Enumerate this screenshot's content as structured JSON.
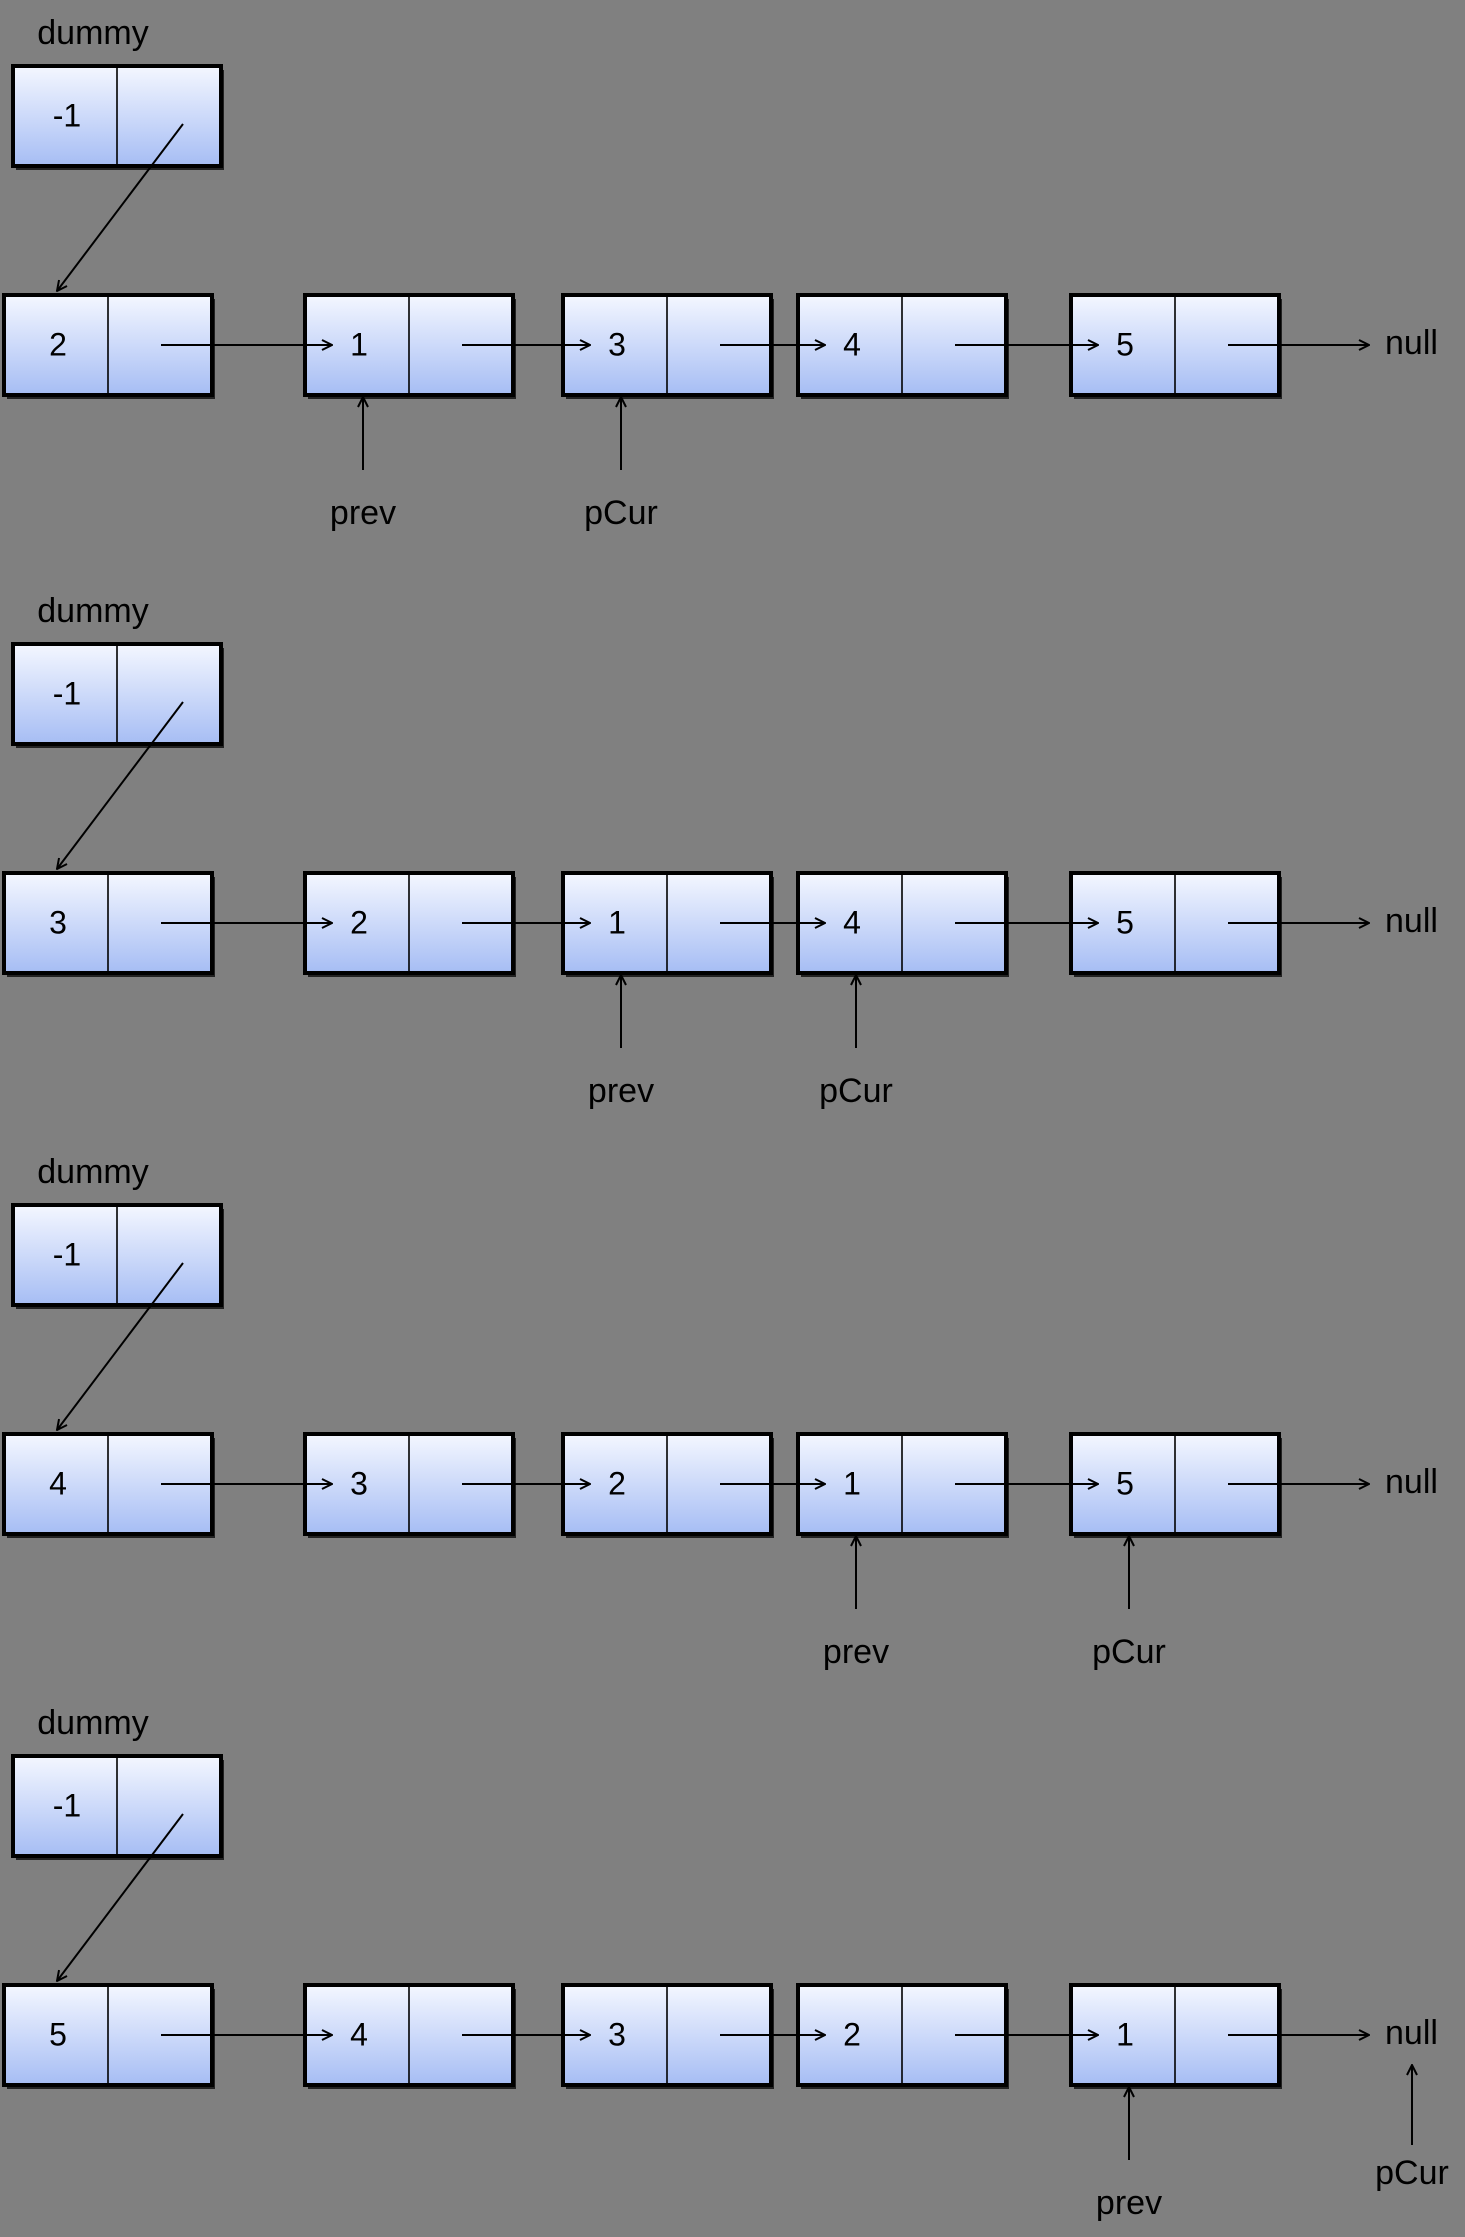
{
  "colors": {
    "background": "#808080",
    "node_fill_top": "#f4f7ff",
    "node_fill_bottom": "#a6bdf4",
    "border": "#000000"
  },
  "steps": [
    {
      "dummy": {
        "label": "dummy",
        "value": "-1"
      },
      "nodes": [
        "2",
        "1",
        "3",
        "4",
        "5"
      ],
      "null_label": "null",
      "prev": {
        "label": "prev",
        "target": "node",
        "index": 1
      },
      "pCur": {
        "label": "pCur",
        "target": "node",
        "index": 2
      }
    },
    {
      "dummy": {
        "label": "dummy",
        "value": "-1"
      },
      "nodes": [
        "3",
        "2",
        "1",
        "4",
        "5"
      ],
      "null_label": "null",
      "prev": {
        "label": "prev",
        "target": "node",
        "index": 2
      },
      "pCur": {
        "label": "pCur",
        "target": "node",
        "index": 3
      }
    },
    {
      "dummy": {
        "label": "dummy",
        "value": "-1"
      },
      "nodes": [
        "4",
        "3",
        "2",
        "1",
        "5"
      ],
      "null_label": "null",
      "prev": {
        "label": "prev",
        "target": "node",
        "index": 3
      },
      "pCur": {
        "label": "pCur",
        "target": "node",
        "index": 4
      }
    },
    {
      "dummy": {
        "label": "dummy",
        "value": "-1"
      },
      "nodes": [
        "5",
        "4",
        "3",
        "2",
        "1"
      ],
      "null_label": "null",
      "prev": {
        "label": "prev",
        "target": "node",
        "index": 4
      },
      "pCur": {
        "label": "pCur",
        "target": "null"
      }
    }
  ]
}
